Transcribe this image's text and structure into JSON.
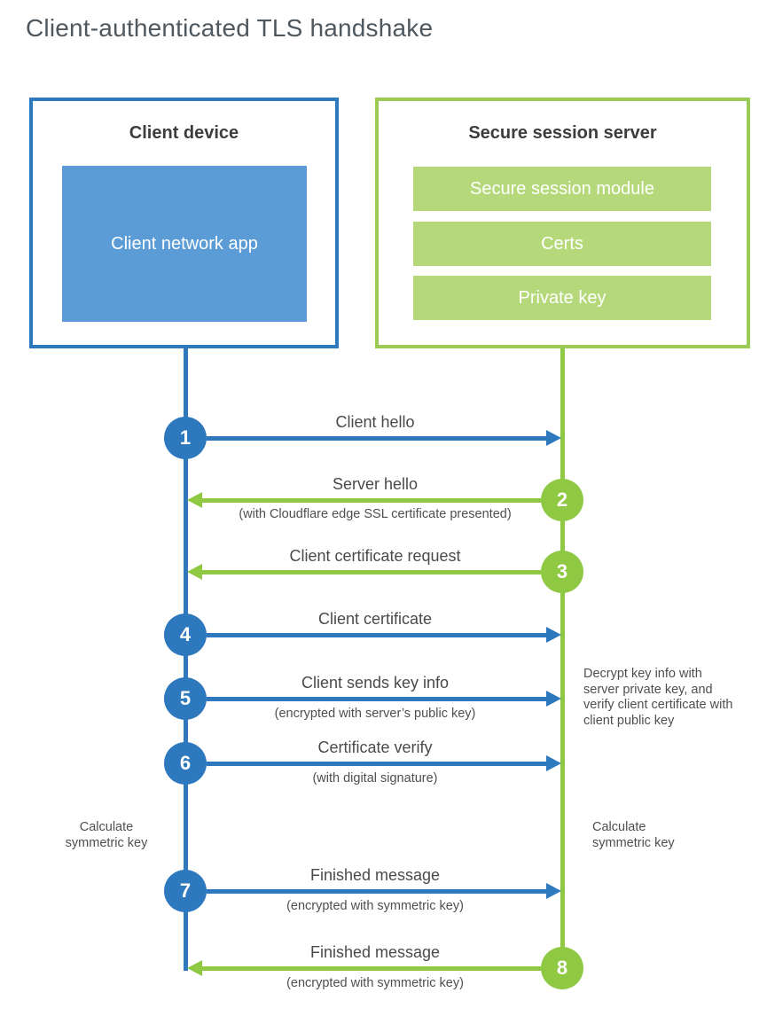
{
  "page": {
    "title": "Client-authenticated TLS handshake"
  },
  "client": {
    "title": "Client device",
    "app": "Client network app"
  },
  "server": {
    "title": "Secure session server",
    "modules": [
      "Secure session module",
      "Certs",
      "Private key"
    ]
  },
  "messages": [
    {
      "num": "1",
      "from": "client",
      "label": "Client hello",
      "subtitle": ""
    },
    {
      "num": "2",
      "from": "server",
      "label": "Server hello",
      "subtitle": "(with Cloudflare edge SSL certificate presented)"
    },
    {
      "num": "3",
      "from": "server",
      "label": "Client certificate request",
      "subtitle": ""
    },
    {
      "num": "4",
      "from": "client",
      "label": "Client certificate",
      "subtitle": ""
    },
    {
      "num": "5",
      "from": "client",
      "label": "Client sends key info",
      "subtitle": "(encrypted with server’s public key)"
    },
    {
      "num": "6",
      "from": "client",
      "label": "Certificate verify",
      "subtitle": "(with digital signature)"
    },
    {
      "num": "7",
      "from": "client",
      "label": "Finished message",
      "subtitle": "(encrypted with symmetric key)"
    },
    {
      "num": "8",
      "from": "server",
      "label": "Finished message",
      "subtitle": "(encrypted with symmetric key)"
    }
  ],
  "annotations": {
    "left_calc": "Calculate symmetric key",
    "right_calc": "Calculate symmetric key",
    "decrypt_note": "Decrypt key info with server private key, and verify client certificate with client public key"
  },
  "colors": {
    "blue": "#2e78be",
    "blue_fill": "#5b9cd6",
    "green": "#8fc843",
    "green_border": "#9ccb55",
    "green_bar": "#b5d97a"
  }
}
